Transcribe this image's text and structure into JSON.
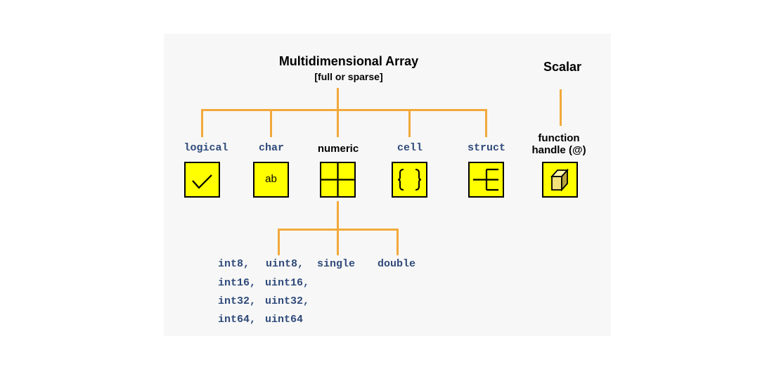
{
  "root": {
    "title": "Multidimensional Array",
    "subtitle": "[full or sparse]"
  },
  "scalar": {
    "title": "Scalar",
    "child_label": "function\nhandle (@)",
    "child_icon": "cube-icon"
  },
  "array_types": [
    {
      "label": "logical",
      "icon": "checkmark-icon"
    },
    {
      "label": "char",
      "icon": "ab-text-icon",
      "icon_text": "ab"
    },
    {
      "label": "numeric",
      "icon": "grid-icon"
    },
    {
      "label": "cell",
      "icon": "braces-icon"
    },
    {
      "label": "struct",
      "icon": "tree-icon"
    }
  ],
  "numeric_types": {
    "row1": [
      "int8,",
      "uint8,",
      "single",
      "double"
    ],
    "row2": [
      "int16,",
      "uint16,"
    ],
    "row3": [
      "int32,",
      "uint32,"
    ],
    "row4": [
      "int64,",
      "uint64"
    ]
  },
  "colors": {
    "connector": "#f2a93b",
    "icon_fill": "#ffff00",
    "code_text": "#2f4a7a"
  }
}
